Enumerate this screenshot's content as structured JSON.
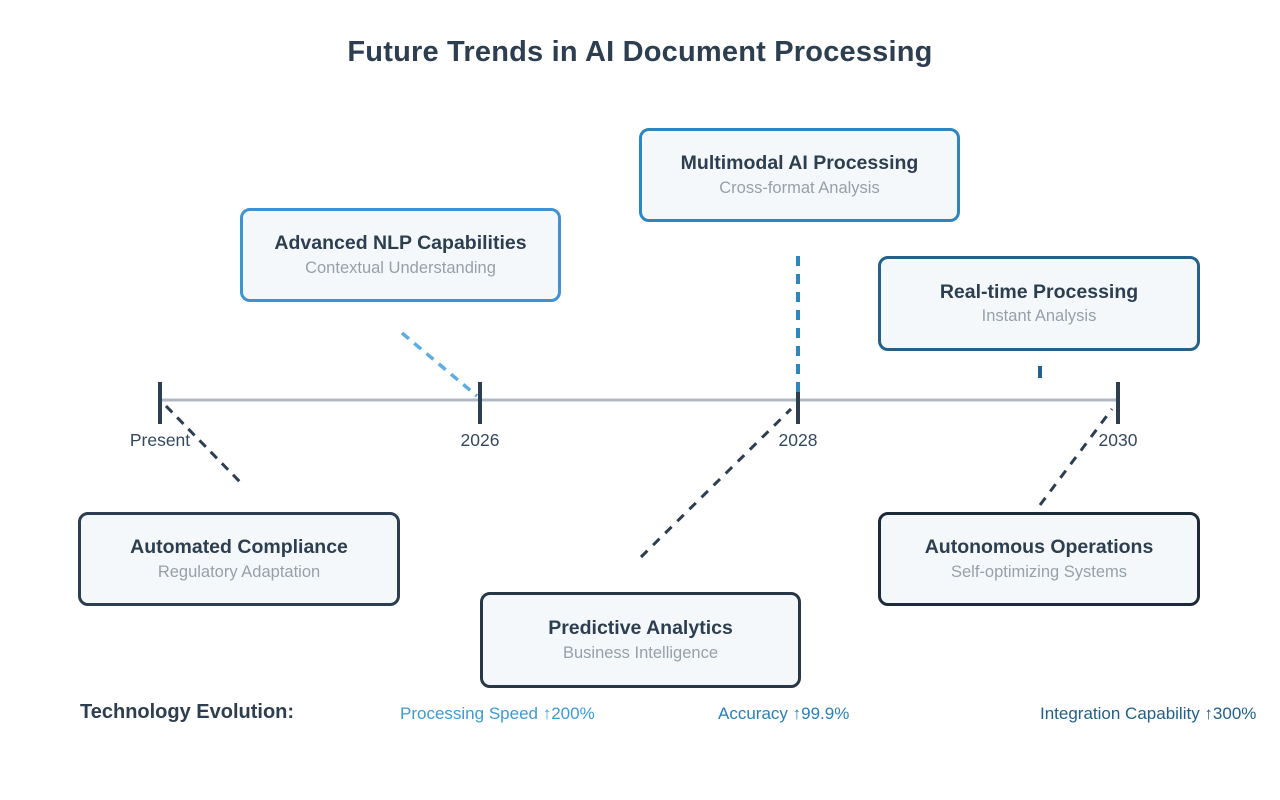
{
  "title": "Future Trends in AI Document Processing",
  "timeline": {
    "axis_color": "#aeb9c5",
    "tick_color": "#2c3e50",
    "ticks": [
      {
        "label": "Present"
      },
      {
        "label": "2026"
      },
      {
        "label": "2028"
      },
      {
        "label": "2030"
      }
    ]
  },
  "milestones": [
    {
      "title": "Automated Compliance",
      "subtitle": "Regulatory Adaptation",
      "side": "below",
      "border_color": "#2c3e50",
      "connector_color": "#2c3e50"
    },
    {
      "title": "Advanced NLP Capabilities",
      "subtitle": "Contextual Understanding",
      "side": "above",
      "border_color": "#3e93d6",
      "connector_color": "#5dade2"
    },
    {
      "title": "Predictive Analytics",
      "subtitle": "Business Intelligence",
      "side": "below",
      "border_color": "#273746",
      "connector_color": "#2c3e50"
    },
    {
      "title": "Multimodal AI Processing",
      "subtitle": "Cross-format Analysis",
      "side": "above",
      "border_color": "#2e86c1",
      "connector_color": "#2e86c1"
    },
    {
      "title": "Real-time Processing",
      "subtitle": "Instant Analysis",
      "side": "above",
      "border_color": "#21618c",
      "connector_color": "#21618c"
    },
    {
      "title": "Autonomous Operations",
      "subtitle": "Self-optimizing Systems",
      "side": "below",
      "border_color": "#1d2b38",
      "connector_color": "#2c3e50"
    }
  ],
  "footer": {
    "label": "Technology Evolution:",
    "metrics": [
      {
        "text": "Processing Speed ↑200%",
        "color": "#3b9bd8"
      },
      {
        "text": "Accuracy ↑99.9%",
        "color": "#2980b9"
      },
      {
        "text": "Integration Capability ↑300%",
        "color": "#21618c"
      }
    ]
  }
}
